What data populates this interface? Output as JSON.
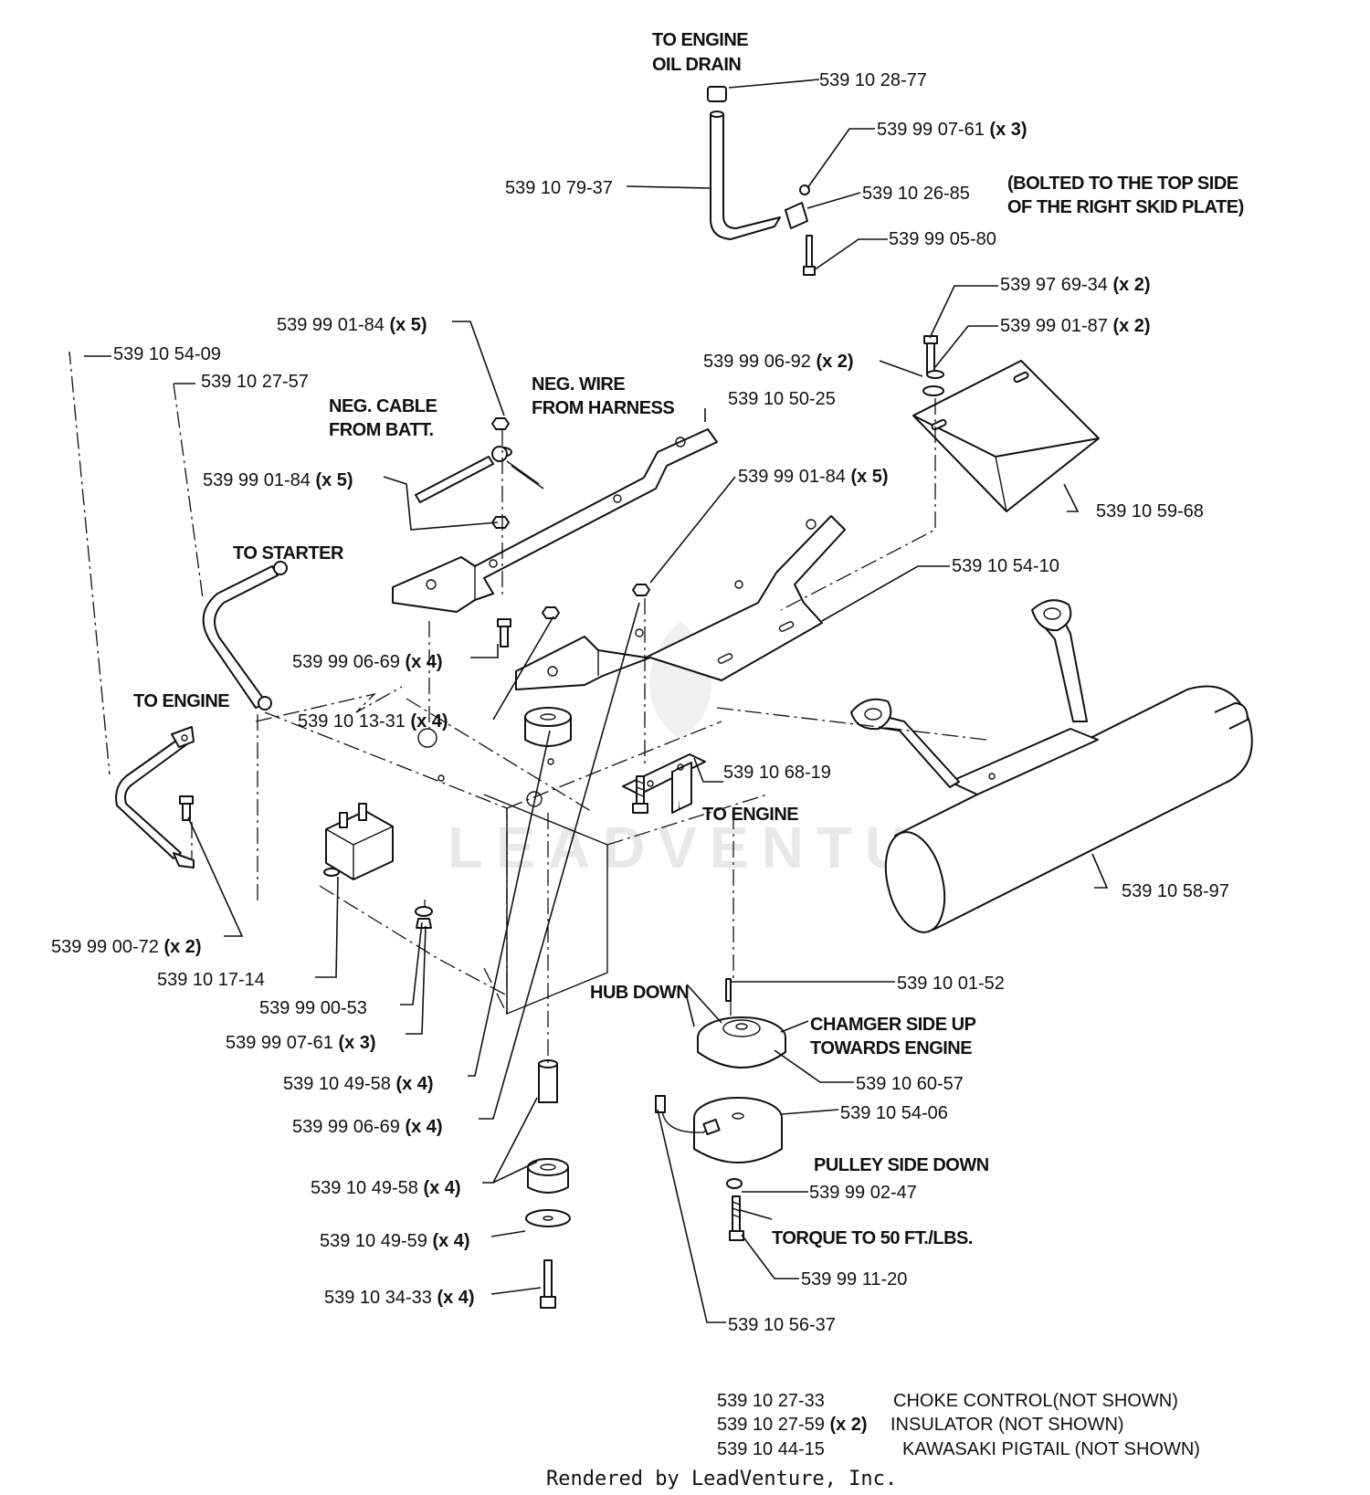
{
  "callouts": {
    "p539102877": "539 10 28-77",
    "p539990761a": "539 99 07-61",
    "p539990761a_qty": "(x 3)",
    "p539107937": "539 10 79-37",
    "p539102685": "539 10 26-85",
    "p539990580": "539 99 05-80",
    "p539976934": "539 97 69-34",
    "p539976934_qty": "(x 2)",
    "p539990187": "539 99 01-87",
    "p539990187_qty": "(x 2)",
    "p539990692": "539 99 06-92",
    "p539990692_qty": "(x 2)",
    "p539990184a": "539 99 01-84",
    "p539990184a_qty": "(x 5)",
    "p539105409": "539 10 54-09",
    "p539102757": "539 10 27-57",
    "p539105025": "539 10 50-25",
    "p539990184b": "539 99 01-84",
    "p539990184b_qty": "(x 5)",
    "p539990184c": "539 99 01-84",
    "p539990184c_qty": "(x 5)",
    "p539105968": "539 10 59-68",
    "p539105410": "539 10 54-10",
    "p539990669a": "539 99 06-69",
    "p539990669a_qty": "(x 4)",
    "p539101331": "539 10 13-31",
    "p539101331_qty": "(x 4)",
    "p539106819": "539 10 68-19",
    "p539105897": "539 10 58-97",
    "p539990072": "539 99 00-72",
    "p539990072_qty": "(x 2)",
    "p539101714": "539 10 17-14",
    "p539990053": "539 99 00-53",
    "p539990761b": "539 99 07-61",
    "p539990761b_qty": "(x 3)",
    "p539104958a": "539 10 49-58",
    "p539104958a_qty": "(x 4)",
    "p539990669b": "539 99 06-69",
    "p539990669b_qty": "(x 4)",
    "p539104958b": "539 10 49-58",
    "p539104958b_qty": "(x 4)",
    "p539104959": "539 10 49-59",
    "p539104959_qty": "(x 4)",
    "p539103433": "539 10 34-33",
    "p539103433_qty": "(x 4)",
    "p539100152": "539 10 01-52",
    "p539106057": "539 10 60-57",
    "p539105406": "539 10 54-06",
    "p539990247": "539 99 02-47",
    "p539991120": "539 99 11-20",
    "p539105637": "539 10 56-37"
  },
  "notes": {
    "to_engine_oil_drain_1": "TO ENGINE",
    "to_engine_oil_drain_2": "OIL DRAIN",
    "bolted_1": "(BOLTED TO THE TOP SIDE",
    "bolted_2": "OF THE RIGHT SKID PLATE)",
    "neg_cable_1": "NEG. CABLE",
    "neg_cable_2": "FROM BATT.",
    "neg_wire_1": "NEG. WIRE",
    "neg_wire_2": "FROM HARNESS",
    "to_starter": "TO STARTER",
    "to_engine_left": "TO ENGINE",
    "to_engine_center": "TO ENGINE",
    "hub_down": "HUB DOWN",
    "chamfer_1": "CHAMGER SIDE UP",
    "chamfer_2": "TOWARDS ENGINE",
    "pulley_side_down": "PULLEY SIDE DOWN",
    "torque": "TORQUE TO 50 FT./LBS."
  },
  "not_shown": [
    {
      "part": "539 10 27-33",
      "qty": "",
      "desc": "CHOKE CONTROL(NOT SHOWN)"
    },
    {
      "part": "539 10 27-59",
      "qty": "(x 2)",
      "desc": "INSULATOR (NOT SHOWN)"
    },
    {
      "part": "539 10 44-15",
      "qty": "",
      "desc": "KAWASAKI PIGTAIL (NOT SHOWN)"
    }
  ],
  "watermark": "LEADVENTURE",
  "footer": "Rendered by LeadVenture, Inc."
}
